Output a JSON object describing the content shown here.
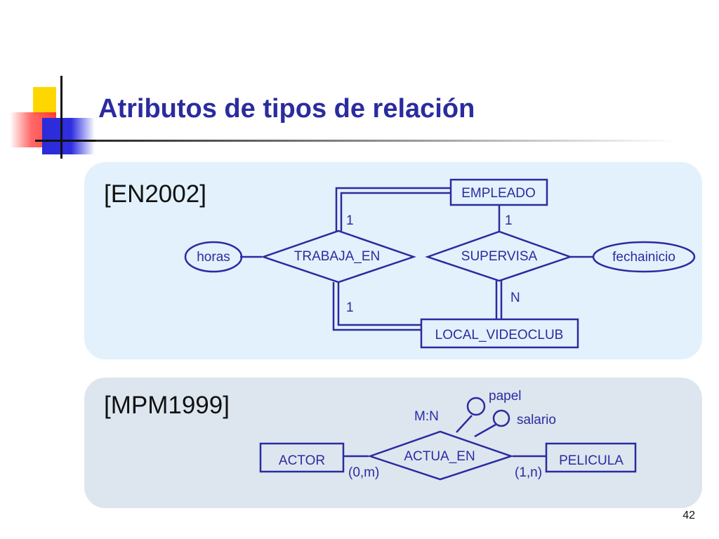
{
  "slide": {
    "title": "Atributos de tipos de relación",
    "page_number": "42"
  },
  "diagram_1": {
    "reference": "[EN2002]",
    "entities": {
      "empleado": "EMPLEADO",
      "local_videoclub": "LOCAL_VIDEOCLUB"
    },
    "relationships": {
      "trabaja_en": "TRABAJA_EN",
      "supervisa": "SUPERVISA"
    },
    "attributes": {
      "horas": "horas",
      "fechainicio": "fechainicio"
    },
    "cardinalities": {
      "trabaja_en_empleado": "1",
      "trabaja_en_local": "1",
      "supervisa_empleado": "1",
      "supervisa_local": "N"
    }
  },
  "diagram_2": {
    "reference": "[MPM1999]",
    "entities": {
      "actor": "ACTOR",
      "pelicula": "PELICULA"
    },
    "relationship": "ACTUA_EN",
    "relationship_type": "M:N",
    "attributes": {
      "papel": "papel",
      "salario": "salario"
    },
    "cardinalities": {
      "actor": "(0,m)",
      "pelicula": "(1,n)"
    }
  },
  "colors": {
    "title": "#2b2ba0",
    "diagram_ink": "#2b2ba0",
    "panel_1_bg": "#e2f1fb",
    "panel_2_bg": "#dde6ef"
  }
}
